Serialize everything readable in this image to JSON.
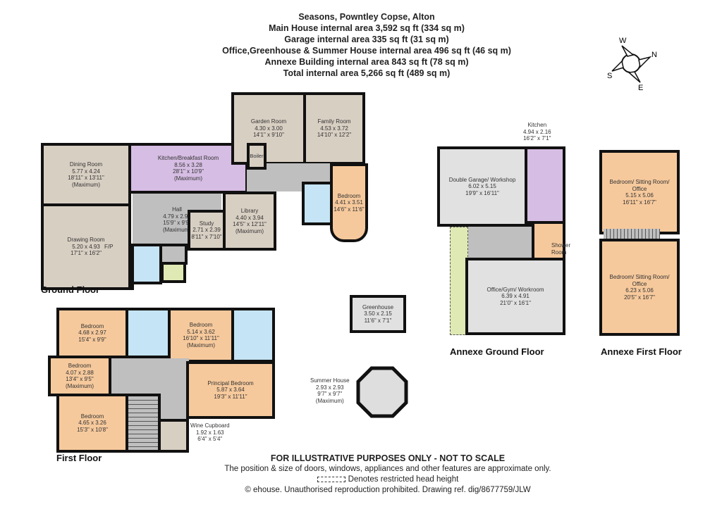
{
  "header": {
    "title": "Seasons, Powntley Copse, Alton",
    "lines": [
      "Main House internal area 3,592 sq ft (334 sq m)",
      "Garage internal area 335 sq ft (31 sq m)",
      "Office,Greenhouse & Summer House internal area 496 sq ft (46 sq m)",
      "Annexe Building internal area 843 sq ft (78 sq m)",
      "Total internal area 5,266 sq ft (489 sq m)"
    ]
  },
  "compass": {
    "W": "W",
    "N": "N",
    "S": "S",
    "E": "E"
  },
  "ground_floor": {
    "label": "Ground Floor",
    "rooms": [
      {
        "name": "Dining Room",
        "metric": "5.77 x 4.24",
        "imperial": "18'11\" x 13'11\"",
        "note": "(Maximum)"
      },
      {
        "name": "Drawing Room",
        "metric": "5.20 x 4.93",
        "imperial": "17'1\" x 16'2\"",
        "note": "F/P"
      },
      {
        "name": "Kitchen/Breakfast Room",
        "metric": "8.56 x 3.28",
        "imperial": "28'1\" x 10'9\"",
        "note": "(Maximum)"
      },
      {
        "name": "Hall",
        "metric": "4.79 x 2.98",
        "imperial": "15'9\" x 9'9\"",
        "note": "(Maximum)"
      },
      {
        "name": "Study",
        "metric": "2.71 x 2.39",
        "imperial": "8'11\" x 7'10\""
      },
      {
        "name": "Library",
        "metric": "4.40 x 3.94",
        "imperial": "14'5\" x 12'11\"",
        "note": "(Maximum)"
      },
      {
        "name": "Garden Room",
        "metric": "4.30 x 3.00",
        "imperial": "14'1\" x 9'10\""
      },
      {
        "name": "Family Room",
        "metric": "4.53 x 3.72",
        "imperial": "14'10\" x 12'2\""
      },
      {
        "name": "Bedroom",
        "metric": "4.41 x 3.51",
        "imperial": "14'6\" x 11'6\""
      },
      {
        "name": "Boiler"
      }
    ]
  },
  "first_floor": {
    "label": "First Floor",
    "rooms": [
      {
        "name": "Bedroom",
        "metric": "4.68 x 2.97",
        "imperial": "15'4\" x 9'9\""
      },
      {
        "name": "Bedroom",
        "metric": "5.14 x 3.62",
        "imperial": "16'10\" x 11'11\"",
        "note": "(Maximum)"
      },
      {
        "name": "Bedroom",
        "metric": "4.07 x 2.88",
        "imperial": "13'4\" x 9'5\"",
        "note": "(Maximum)"
      },
      {
        "name": "Principal Bedroom",
        "metric": "5.87 x 3.64",
        "imperial": "19'3\" x 11'11\""
      },
      {
        "name": "Bedroom",
        "metric": "4.65 x 3.26",
        "imperial": "15'3\" x 10'8\""
      },
      {
        "name": "Wine Cupboard",
        "metric": "1.92 x 1.63",
        "imperial": "6'4\" x 5'4\""
      }
    ]
  },
  "outbuildings": {
    "greenhouse": {
      "name": "Greenhouse",
      "metric": "3.50 x 2.15",
      "imperial": "11'6\" x 7'1\""
    },
    "summer_house": {
      "name": "Summer House",
      "metric": "2.93 x 2.93",
      "imperial": "9'7\" x 9'7\"",
      "note": "(Maximum)"
    }
  },
  "annexe_ground": {
    "label": "Annexe Ground Floor",
    "rooms": [
      {
        "name": "Double Garage/ Workshop",
        "metric": "6.02 x 5.15",
        "imperial": "19'9\" x 16'11\""
      },
      {
        "name": "Kitchen",
        "metric": "4.94 x 2.16",
        "imperial": "16'2\" x 7'1\""
      },
      {
        "name": "Shower Room"
      },
      {
        "name": "Office/Gym/ Workroom",
        "metric": "6.39 x 4.91",
        "imperial": "21'0\" x 16'1\""
      }
    ]
  },
  "annexe_first": {
    "label": "Annexe First Floor",
    "rooms": [
      {
        "name": "Bedroom/ Sitting Room/ Office",
        "metric": "5.15 x 5.06",
        "imperial": "16'11\" x 16'7\""
      },
      {
        "name": "Bedroom/ Sitting Room/ Office",
        "metric": "6.23 x 5.06",
        "imperial": "20'5\" x 16'7\""
      }
    ]
  },
  "footer": {
    "disclaimer": "FOR ILLUSTRATIVE PURPOSES ONLY - NOT TO SCALE",
    "approx": "The position & size of doors, windows, appliances and other features are approximate only.",
    "legend": "Denotes restricted head height",
    "copyright": "© ehouse. Unauthorised reproduction prohibited. Drawing ref. dig/8677759/JLW"
  }
}
